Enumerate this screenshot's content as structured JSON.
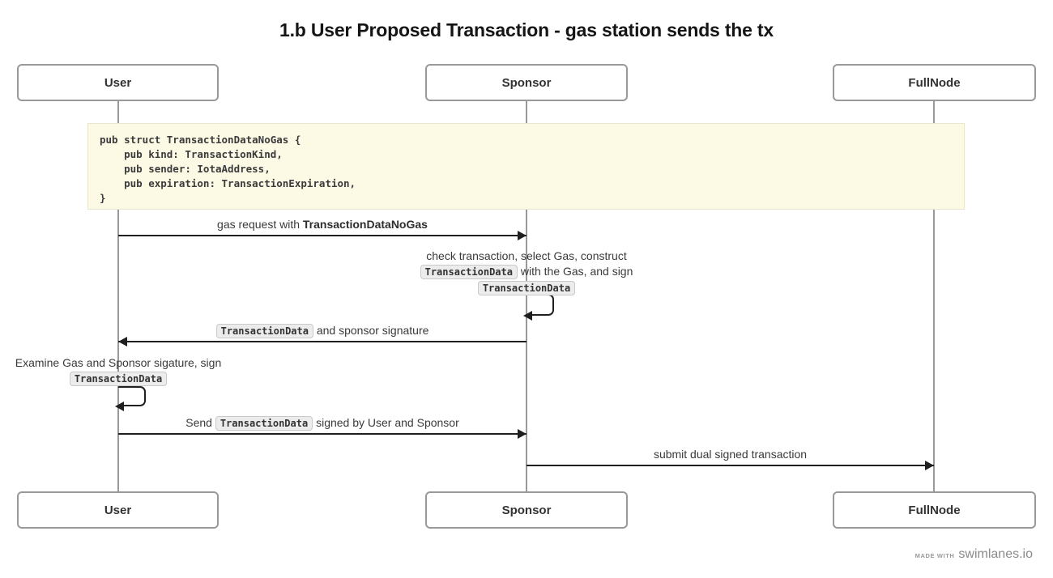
{
  "title": "1.b User Proposed Transaction - gas station sends the tx",
  "actors": [
    {
      "name": "User"
    },
    {
      "name": "Sponsor"
    },
    {
      "name": "FullNode"
    }
  ],
  "note": {
    "lines": [
      "pub struct TransactionDataNoGas {",
      "    pub kind: TransactionKind,",
      "    pub sender: IotaAddress,",
      "    pub expiration: TransactionExpiration,",
      "}"
    ]
  },
  "messages": {
    "gas_request": {
      "prefix": "gas request with ",
      "bold": "TransactionDataNoGas"
    },
    "sponsor_self": {
      "line1": "check transaction, select Gas, construct",
      "code1": "TransactionData",
      "line2_rest": " with the Gas, and sign",
      "code2": "TransactionData"
    },
    "sponsor_reply": {
      "code": "TransactionData",
      "suffix": " and sponsor signature"
    },
    "user_self": {
      "line1": "Examine Gas and Sponsor sigature, sign",
      "code": "TransactionData"
    },
    "send_signed": {
      "prefix": "Send ",
      "code": "TransactionData",
      "suffix": " signed by User and Sponsor"
    },
    "submit": {
      "text": "submit dual signed transaction"
    }
  },
  "footer": {
    "made_with": "MADE WITH",
    "brand": "swimlanes.io"
  },
  "colors": {
    "note_bg": "#fcf9e5",
    "note_border": "#e9e6ce",
    "chip_bg": "#ececec",
    "chip_border": "#c9c9c9",
    "lifeline": "#999999",
    "arrow": "#1f1f1f",
    "actor_border": "#999999",
    "label_text": "#3a3a3a"
  }
}
